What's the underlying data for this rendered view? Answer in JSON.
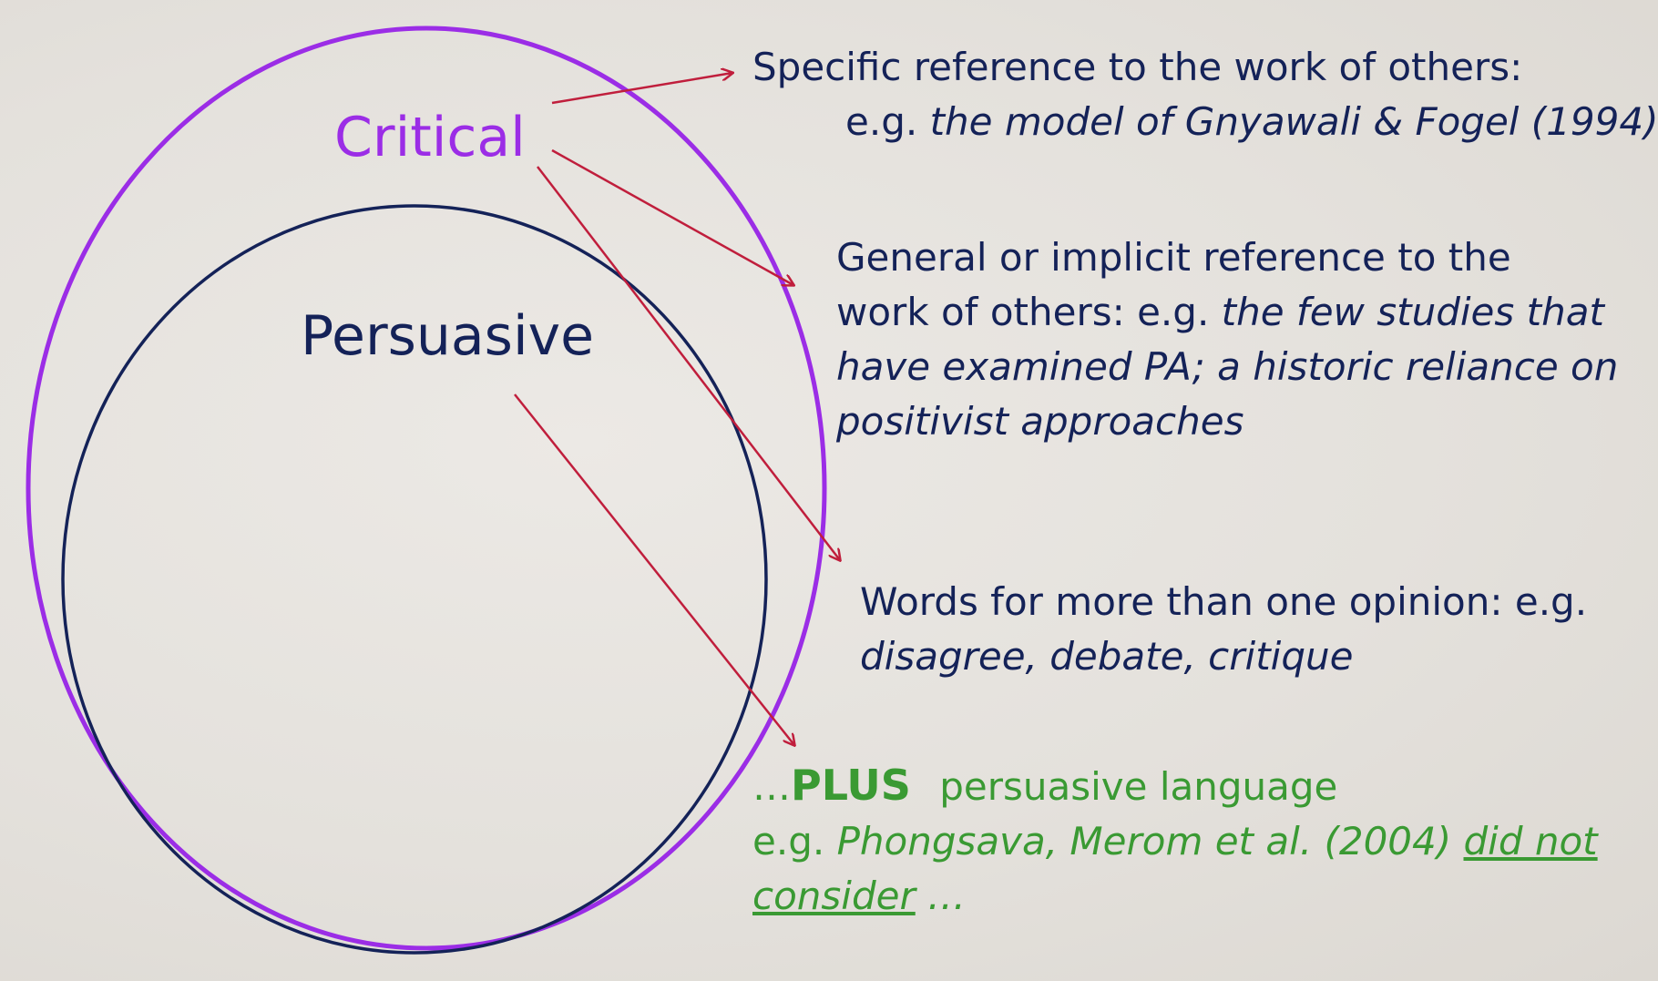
{
  "colors": {
    "critical": "#9b2de6",
    "persuasive": "#142258",
    "arrow": "#c01e3c",
    "plus_text": "#3a9a33"
  },
  "labels": {
    "critical": "Critical",
    "persuasive": "Persuasive"
  },
  "items": [
    {
      "lead": "Specific reference to the work of others:",
      "eg": "e.g.",
      "example": "the model of Gnyawali & Fogel (1994)"
    },
    {
      "line1": "General or implicit reference to the",
      "line2_lead": "work of others: e.g.",
      "line2_example": "the few studies that",
      "line3_example": "have examined PA; a historic reliance on",
      "line4_example": "positivist approaches"
    },
    {
      "line1": "Words for more than one opinion: e.g.",
      "line2_example": "disagree, debate, critique"
    },
    {
      "ellipsis_lead": "…",
      "plus": "PLUS",
      "lead": "persuasive language",
      "eg": "e.g.",
      "example": "Phongsava, Merom et al. (2004)",
      "underlined1": "did not",
      "underlined2": "consider",
      "ellipsis_trail": "…"
    }
  ]
}
